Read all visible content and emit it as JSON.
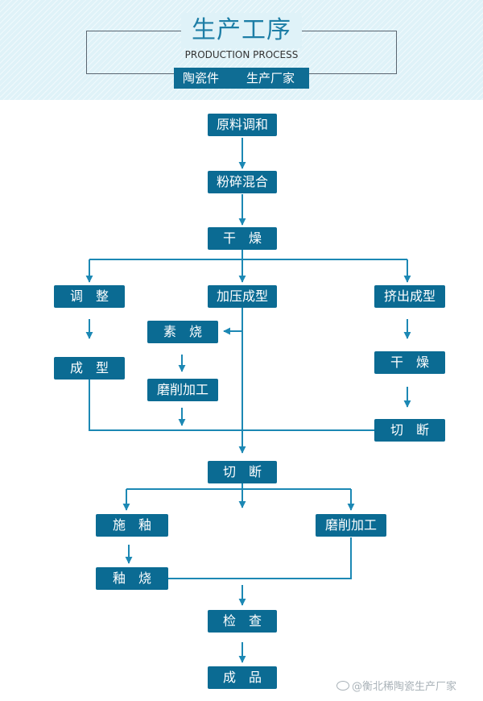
{
  "header": {
    "title": "生产工序",
    "subtitle": "PRODUCTION PROCESS",
    "tag_left": "陶瓷件",
    "tag_right": "生产厂家"
  },
  "nodes": {
    "raw_material": "原料调和",
    "grinding": "粉碎混合",
    "drying_1": "干　燥",
    "adjust": "调　整",
    "press_forming": "加压成型",
    "extrusion": "挤出成型",
    "biscuit_firing": "素　烧",
    "forming": "成　型",
    "grinding_machining_1": "磨削加工",
    "drying_2": "干　燥",
    "cutting_1": "切　断",
    "cutting_2": "切　断",
    "glazing": "施　釉",
    "grinding_machining_2": "磨削加工",
    "glaze_firing": "釉　烧",
    "inspection": "检　查",
    "finished": "成　品"
  },
  "watermark": "@衡北稀陶瓷生产厂家",
  "colors": {
    "node": "#0b6b93",
    "arrow": "#1c88b4",
    "header_bg": "#dff2f8",
    "title": "#1d7ea6"
  }
}
